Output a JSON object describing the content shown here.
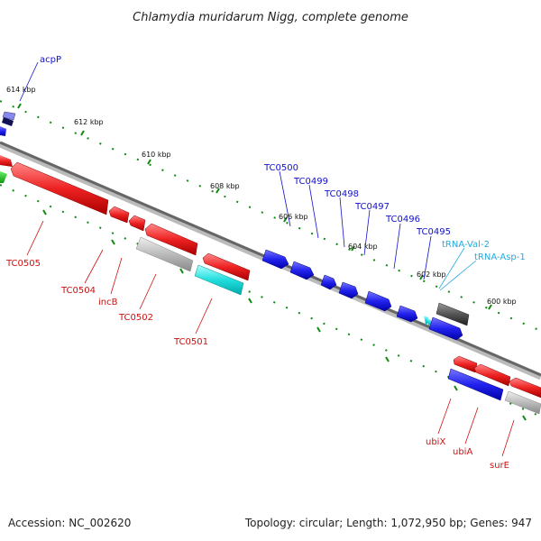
{
  "title": "Chlamydia muridarum Nigg, complete genome",
  "footer": {
    "accession": "Accession: NC_002620",
    "summary": "Topology: circular; Length: 1,072,950 bp; Genes: 947"
  },
  "colors": {
    "plus_strand": "#2222ee",
    "minus_strand": "#ee2222",
    "pseudo": "#bbbbbb",
    "rna": "#22dddd",
    "dark": "#555555",
    "green": "#22aa22",
    "tick": "#118811",
    "label_plus": "#1111cc",
    "label_minus": "#cc1111",
    "label_rna": "#22aadd"
  },
  "scale_labels": [
    "614 kbp",
    "612 kbp",
    "610 kbp",
    "608 kbp",
    "606 kbp",
    "604 kbp",
    "602 kbp",
    "600 kbp"
  ],
  "gene_labels": {
    "acpP": "acpP",
    "TC0500": "TC0500",
    "TC0499": "TC0499",
    "TC0498": "TC0498",
    "TC0497": "TC0497",
    "TC0496": "TC0496",
    "TC0495": "TC0495",
    "tRNA_Val_2": "tRNA-Val-2",
    "tRNA_Asp_1": "tRNA-Asp-1",
    "TC0505": "TC0505",
    "TC0504": "TC0504",
    "incB": "incB",
    "TC0502": "TC0502",
    "TC0501": "TC0501",
    "ubiX": "ubiX",
    "ubiA": "ubiA",
    "surE": "surE"
  }
}
